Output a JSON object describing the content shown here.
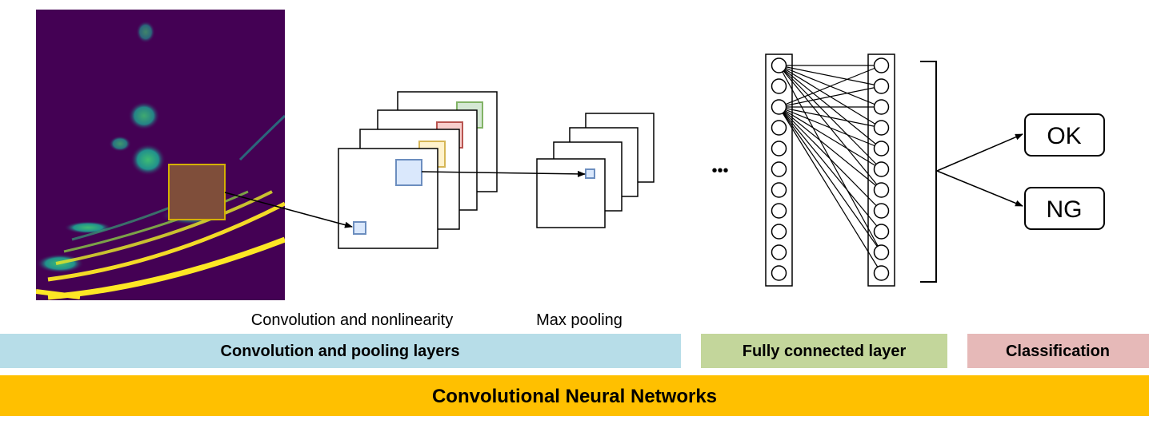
{
  "labels": {
    "conv": "Convolution and nonlinearity",
    "pool": "Max pooling",
    "ellipsis": "•••"
  },
  "outputs": {
    "ok": "OK",
    "ng": "NG"
  },
  "bands": {
    "conv_pool": "Convolution and pooling layers",
    "fc": "Fully connected layer",
    "classification": "Classification",
    "main": "Convolutional Neural Networks"
  },
  "colors": {
    "band_conv": "#b7dde8",
    "band_fc": "#c3d69b",
    "band_class": "#e6b9b8",
    "band_main": "#ffc000",
    "spectrogram_bg": "#440154",
    "spectrogram_hot": "#fde725",
    "spectrogram_mid": "#21918c",
    "receptive_field": "#7f4e3a",
    "receptive_field_border": "#d4b000",
    "filter_blue": "#dae8fc",
    "filter_blue_border": "#6c8ebf",
    "filter_green_border": "#82b366",
    "filter_red_border": "#b85450",
    "filter_yellow_border": "#d6b656"
  }
}
